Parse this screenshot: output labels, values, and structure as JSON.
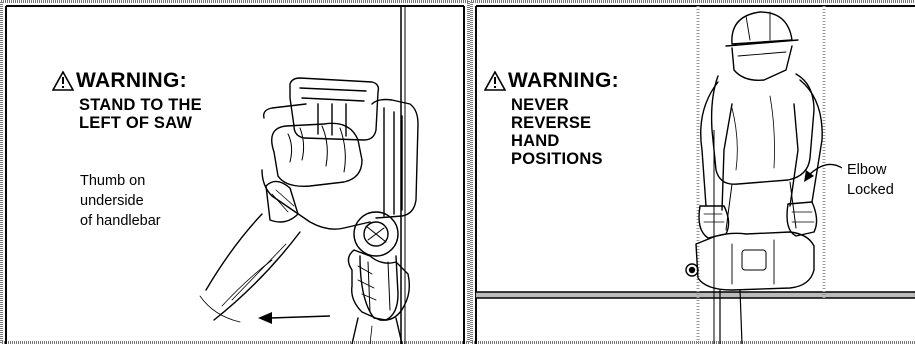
{
  "left_panel": {
    "warning_label": "WARNING:",
    "warning_text": "STAND TO THE\nLEFT OF SAW",
    "note": "Thumb on\nunderside\nof handlebar"
  },
  "right_panel": {
    "warning_label": "WARNING:",
    "warning_text": "NEVER\nREVERSE\nHAND\nPOSITIONS",
    "callout": "Elbow\nLocked"
  }
}
